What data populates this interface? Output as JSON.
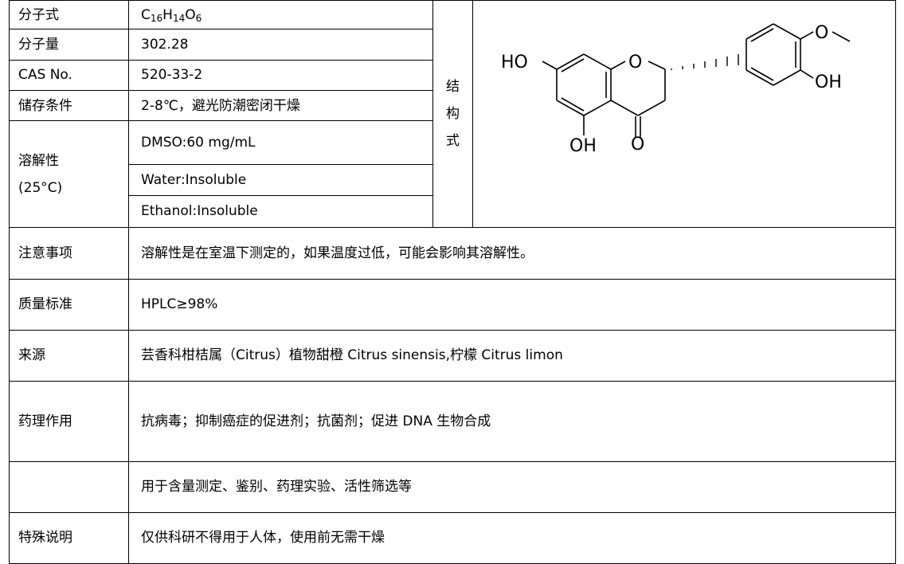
{
  "rows": {
    "formula": {
      "label": "分子式",
      "c": "C",
      "c_n": "16",
      "h": "H",
      "h_n": "14",
      "o": "O",
      "o_n": "6"
    },
    "mw": {
      "label": "分子量",
      "value": "302.28"
    },
    "cas": {
      "label": "CAS No.",
      "value": "520-33-2"
    },
    "storage": {
      "label": "储存条件",
      "value": "2-8℃，避光防潮密闭干燥"
    },
    "solubility": {
      "label_line1": "溶解性",
      "label_line2": "(25°C)",
      "dmso": "DMSO:60 mg/mL",
      "water": "Water:Insoluble",
      "ethanol": "Ethanol:Insoluble"
    },
    "notes": {
      "label": "注意事项",
      "value": "溶解性是在室温下测定的，如果温度过低，可能会影响其溶解性。"
    },
    "quality": {
      "label": "质量标准",
      "value": "HPLC≥98%"
    },
    "source": {
      "label": "来源",
      "value": "芸香科柑桔属（Citrus）植物甜橙 Citrus sinensis,柠檬 Citrus limon"
    },
    "pharmacology": {
      "label": "药理作用",
      "value": "抗病毒；抑制癌症的促进剂；抗菌剂；促进 DNA 生物合成"
    },
    "usage": {
      "label": "",
      "value": "用于含量测定、鉴别、药理实验、活性筛选等"
    },
    "special": {
      "label": "特殊说明",
      "value": "仅供科研不得用于人体，使用前无需干燥"
    }
  },
  "structure": {
    "label_chars": [
      "结",
      "构",
      "式"
    ],
    "atoms": {
      "ho_left": "HO",
      "o_ring": "O",
      "o_methoxy": "O",
      "oh_right": "OH",
      "oh_bottom": "OH",
      "o_carbonyl": "O"
    }
  }
}
